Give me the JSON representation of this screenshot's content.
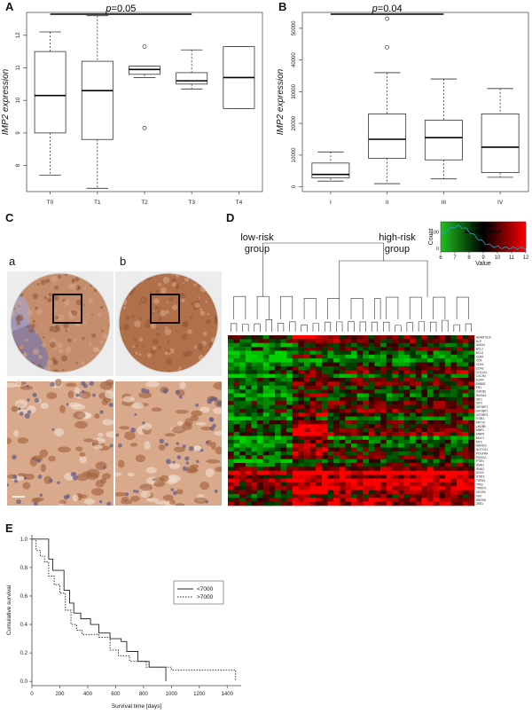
{
  "panels": {
    "a": {
      "letter": "A",
      "pvalue": "p=0.05"
    },
    "b": {
      "letter": "B",
      "pvalue": "p=0.04"
    },
    "c": {
      "letter": "C",
      "sub_a": "a",
      "sub_b": "b"
    },
    "d": {
      "letter": "D",
      "low_risk": "low-risk\ngroup",
      "high_risk": "high-risk\ngroup",
      "key_title": "Color Key\nand Histogram",
      "key_xlabel": "Value",
      "key_ylabel": "Count"
    },
    "e": {
      "letter": "E"
    }
  },
  "colors": {
    "ihc_brown": "#b0714a",
    "ihc_blue": "#7c7aa8",
    "heat_low": "#1fc21f",
    "heat_mid": "#000000",
    "heat_high": "#ff0000",
    "hist_line": "#29a3c9"
  },
  "chart_data": [
    {
      "type": "box",
      "panel": "A",
      "ylabel": "IMP2 expression",
      "categories": [
        "T0",
        "T1",
        "T2",
        "T3",
        "T4"
      ],
      "ylim": [
        7.2,
        12.7
      ],
      "yticks": [
        8,
        9,
        10,
        11,
        12
      ],
      "boxes": [
        {
          "min": 7.7,
          "q1": 9.0,
          "median": 10.15,
          "q3": 11.5,
          "max": 12.1,
          "outliers": []
        },
        {
          "min": 7.3,
          "q1": 8.8,
          "median": 10.3,
          "q3": 11.2,
          "max": 12.6,
          "outliers": []
        },
        {
          "min": 10.7,
          "q1": 10.8,
          "median": 10.95,
          "q3": 11.05,
          "max": 11.05,
          "outliers": [
            11.65,
            9.15
          ]
        },
        {
          "min": 10.35,
          "q1": 10.5,
          "median": 10.6,
          "q3": 10.85,
          "max": 11.55,
          "outliers": []
        },
        {
          "min": 9.75,
          "q1": 9.75,
          "median": 10.7,
          "q3": 11.65,
          "max": 11.65,
          "outliers": []
        }
      ],
      "annotation": {
        "text_key": "a",
        "from": "T0",
        "to": "T3"
      }
    },
    {
      "type": "box",
      "panel": "B",
      "ylabel": "IMP2 expression",
      "categories": [
        "I",
        "II",
        "III",
        "IV"
      ],
      "ylim": [
        -1500,
        55000
      ],
      "yticks": [
        0,
        10000,
        20000,
        30000,
        40000,
        50000
      ],
      "boxes": [
        {
          "min": 1800,
          "q1": 2800,
          "median": 3900,
          "q3": 7500,
          "max": 11000,
          "outliers": []
        },
        {
          "min": 1000,
          "q1": 9000,
          "median": 15000,
          "q3": 23000,
          "max": 36000,
          "outliers": [
            44000,
            53000
          ]
        },
        {
          "min": 2500,
          "q1": 8500,
          "median": 15500,
          "q3": 21000,
          "max": 34000,
          "outliers": []
        },
        {
          "min": 3000,
          "q1": 4500,
          "median": 12500,
          "q3": 23000,
          "max": 31000,
          "outliers": []
        }
      ],
      "annotation": {
        "text_key": "b",
        "from": "I",
        "to": "III"
      }
    },
    {
      "type": "heatmap",
      "panel": "D",
      "genes": [
        "ADAMTS10",
        "ALP",
        "ANXA1",
        "BCL2",
        "BCL6",
        "CD44",
        "CD9",
        "CDH1",
        "CDH2",
        "COL1A1",
        "CXCR4",
        "EGFR",
        "ERBB2",
        "FN1",
        "GSK3B",
        "HMGA2",
        "IGF1",
        "IGF2",
        "IGF2BP1",
        "IGF2BP2",
        "IGF2BP3",
        "ITGB1",
        "KRT19",
        "LIN28B",
        "MMP2",
        "MMP9",
        "MUC1",
        "MYC",
        "NANOG",
        "NOTCH1",
        "PDGFRA",
        "PIK3CA",
        "PTEN",
        "SNAI1",
        "SNAI2",
        "SOX2",
        "STAT3",
        "TGFB1",
        "TP53",
        "TWIST1",
        "VEGFA",
        "VIM",
        "WNT5A",
        "ZEB1"
      ],
      "n_samples": 42,
      "key": {
        "xticks": [
          6,
          7,
          8,
          9,
          10,
          11,
          12
        ],
        "yticks": [
          0,
          100
        ],
        "range": [
          6,
          12
        ]
      }
    },
    {
      "type": "line",
      "panel": "E",
      "xlabel": "Survival time [days]",
      "ylabel": "Cumulative survival",
      "xlim": [
        0,
        1500
      ],
      "ylim": [
        -0.03,
        1.03
      ],
      "xticks": [
        0,
        200,
        400,
        600,
        800,
        1000,
        1200,
        1400
      ],
      "yticks": [
        0.0,
        0.2,
        0.4,
        0.6,
        0.8,
        1.0
      ],
      "legend_position": "right",
      "series": [
        {
          "name": "<7000",
          "style": "solid",
          "x": [
            0,
            60,
            120,
            150,
            190,
            230,
            270,
            300,
            350,
            420,
            480,
            540,
            560,
            640,
            680,
            760,
            840,
            960
          ],
          "y": [
            1.0,
            1.0,
            0.86,
            0.78,
            0.78,
            0.64,
            0.55,
            0.48,
            0.44,
            0.4,
            0.34,
            0.34,
            0.3,
            0.28,
            0.21,
            0.14,
            0.1,
            0.0
          ]
        },
        {
          "name": ">7000",
          "style": "dotted",
          "x": [
            0,
            30,
            60,
            90,
            120,
            160,
            200,
            240,
            280,
            320,
            360,
            400,
            480,
            560,
            620,
            700,
            820,
            1000,
            1420,
            1460
          ],
          "y": [
            1.0,
            0.92,
            0.88,
            0.84,
            0.74,
            0.68,
            0.62,
            0.5,
            0.4,
            0.36,
            0.33,
            0.33,
            0.31,
            0.22,
            0.18,
            0.14,
            0.1,
            0.08,
            0.08,
            0.0
          ]
        }
      ]
    }
  ]
}
